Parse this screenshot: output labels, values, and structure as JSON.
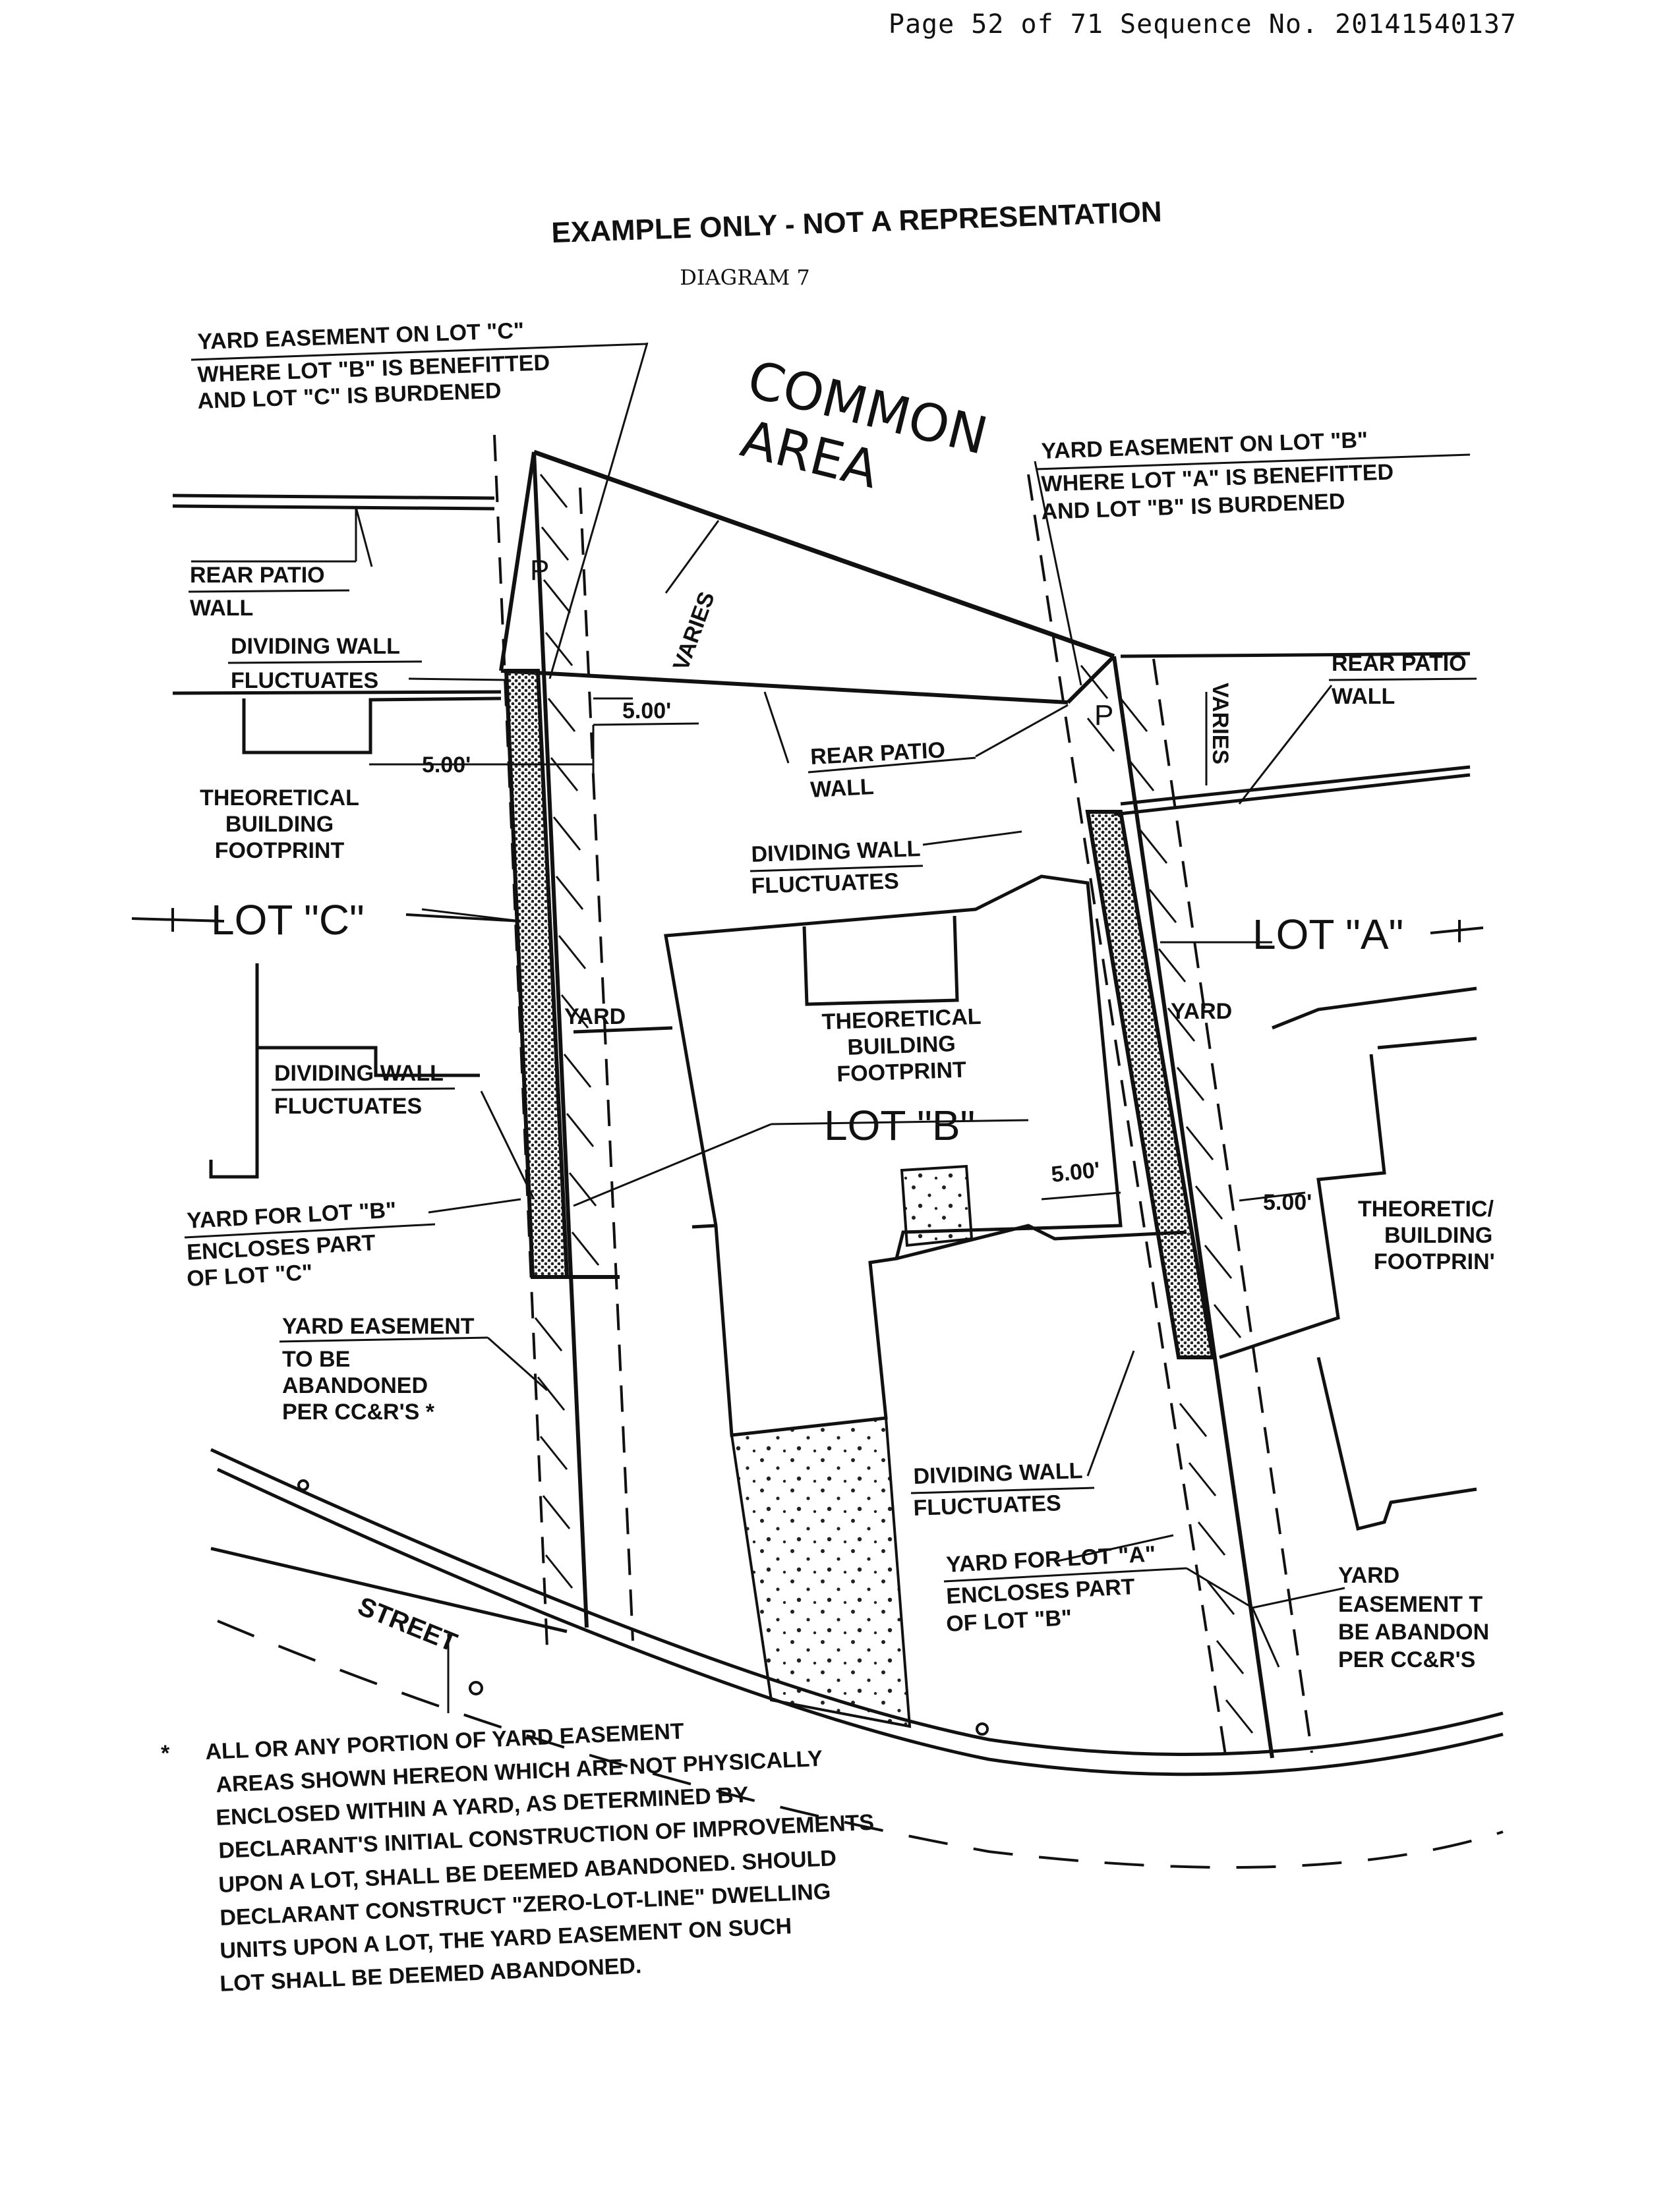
{
  "header": {
    "text": "Page 52 of 71 Sequence No. 20141540137"
  },
  "diagram": {
    "title": "EXAMPLE ONLY - NOT A REPRESENTATION",
    "subtitle": "DIAGRAM 7",
    "common_area": [
      "COMMON",
      "AREA"
    ],
    "lots": {
      "lot_c": "LOT \"C\"",
      "lot_a": "LOT \"A\"",
      "lot_b": "LOT \"B\""
    },
    "yard_easement_c": [
      "YARD EASEMENT ON LOT \"C\"",
      "WHERE LOT \"B\" IS BENEFITTED",
      "AND LOT \"C\" IS BURDENED"
    ],
    "yard_easement_b": [
      "YARD EASEMENT ON LOT \"B\"",
      "WHERE LOT \"A\" IS BENEFITTED",
      "AND LOT \"B\" IS BURDENED"
    ],
    "rear_patio_wall_left": [
      "REAR PATIO",
      "WALL"
    ],
    "rear_patio_wall_right": [
      "REAR PATIO",
      "WALL"
    ],
    "rear_patio_wall_center": [
      "REAR PATIO",
      "WALL"
    ],
    "dividing_wall_1": [
      "DIVIDING WALL",
      "FLUCTUATES"
    ],
    "dividing_wall_2": [
      "DIVIDING WALL",
      "FLUCTUATES"
    ],
    "dividing_wall_3": [
      "DIVIDING WALL",
      "FLUCTUATES"
    ],
    "dividing_wall_4": [
      "DIVIDING WALL",
      "FLUCTUATES"
    ],
    "dim_500_a": "5.00'",
    "dim_500_b": "5.00'",
    "dim_500_c": "5.00'",
    "dim_500_d": "5.00'",
    "varies_left": "VARIES",
    "varies_right": "VARIES",
    "footprint_left": [
      "THEORETICAL",
      "BUILDING",
      "FOOTPRINT"
    ],
    "footprint_center": [
      "THEORETICAL",
      "BUILDING",
      "FOOTPRINT"
    ],
    "footprint_right": [
      "THEORETIC/",
      "BUILDING",
      "FOOTPRIN'"
    ],
    "yard_left": "YARD",
    "yard_right": "YARD",
    "yard_for_lot_b": [
      "YARD FOR LOT \"B\"",
      "ENCLOSES PART",
      "OF LOT \"C\""
    ],
    "yard_for_lot_a": [
      "YARD FOR LOT \"A\"",
      "ENCLOSES PART",
      "OF LOT \"B\""
    ],
    "yard_easement_abandon_left": [
      "YARD EASEMENT",
      "TO BE",
      "ABANDONED",
      "PER CC&R'S *"
    ],
    "yard_easement_abandon_right": [
      "YARD",
      "EASEMENT T",
      "BE ABANDON",
      "PER CC&R'S"
    ],
    "street": "STREET",
    "marker_p": "P",
    "footnote_star": "*",
    "footnote": [
      "ALL OR ANY PORTION OF YARD EASEMENT",
      "AREAS SHOWN HEREON WHICH ARE NOT PHYSICALLY",
      "ENCLOSED WITHIN A YARD, AS DETERMINED BY",
      "DECLARANT'S INITIAL CONSTRUCTION OF IMPROVEMENTS",
      "UPON A LOT, SHALL BE DEEMED ABANDONED. SHOULD",
      "DECLARANT CONSTRUCT \"ZERO-LOT-LINE\" DWELLING",
      "UNITS UPON A LOT, THE YARD EASEMENT ON SUCH",
      "LOT SHALL BE DEEMED ABANDONED."
    ]
  }
}
